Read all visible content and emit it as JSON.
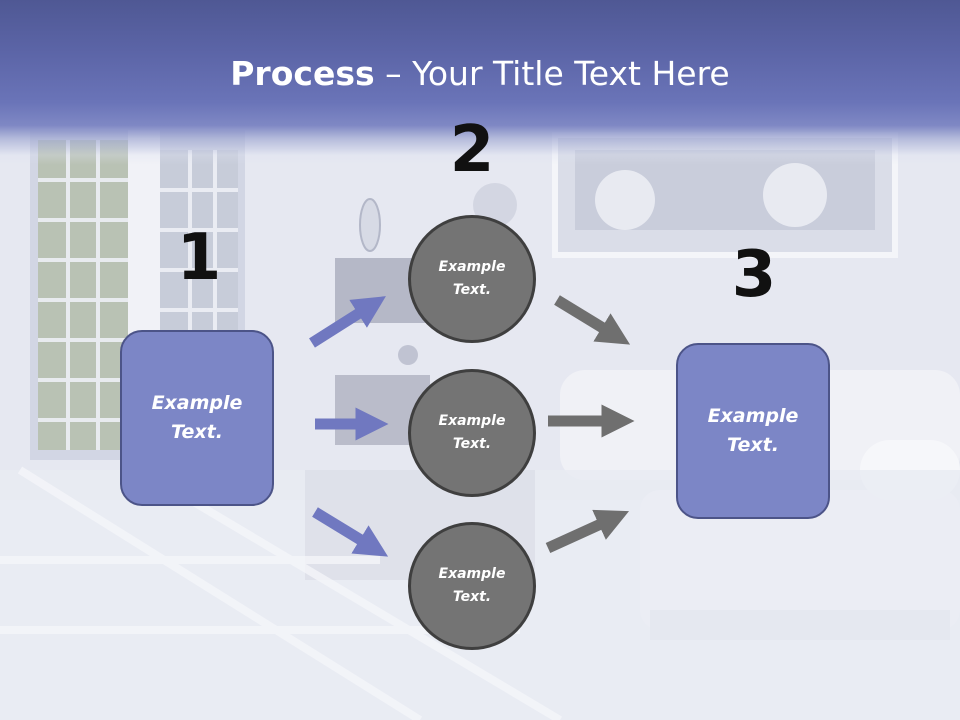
{
  "slide": {
    "title_bold": "Process",
    "title_dash": " – ",
    "title_rest": "Your Title Text Here",
    "steps": [
      {
        "number": "1",
        "text": "Example\nText."
      },
      {
        "number": "2",
        "circles": [
          "Example\nText.",
          "Example\nText.",
          "Example\nText."
        ]
      },
      {
        "number": "3",
        "text": "Example\nText."
      }
    ]
  },
  "colors": {
    "header": "#5b64a6",
    "box_fill": "#7c86c6",
    "circle_fill": "#747474",
    "blue_arrow": "#7078c0",
    "gray_arrow": "#6f6f6f"
  },
  "icons": {
    "blue_arrows": "arrow-right-icon",
    "gray_arrows": "arrow-right-icon"
  }
}
